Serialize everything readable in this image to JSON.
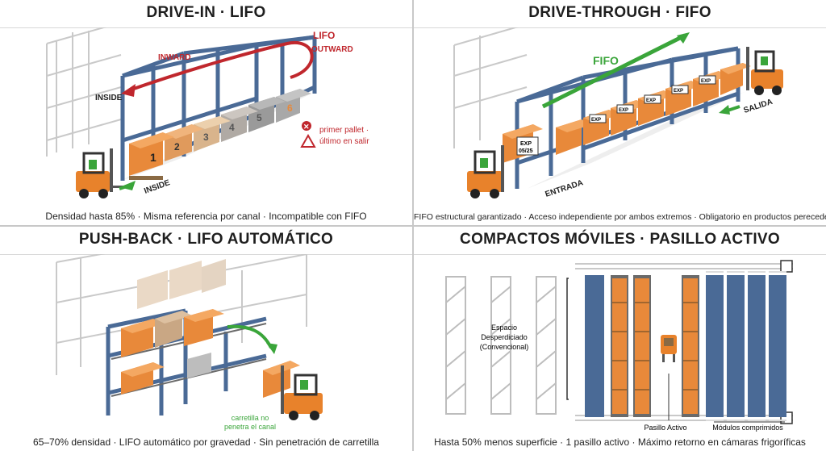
{
  "panels": {
    "drive_in": {
      "title": "DRIVE-IN · LIFO",
      "label_lifo": "LIFO",
      "label_outward": "OUTWARD",
      "label_inward": "INWARD",
      "label_inside_top": "INSIDE",
      "label_inside_bottom": "INSIDE",
      "note_line1": "primer pallet ·",
      "note_line2": "último en salir",
      "pallet_numbers": [
        "1",
        "2",
        "3",
        "4",
        "5",
        "6"
      ],
      "caption": "Densidad hasta 85% · Misma referencia por canal · Incompatible con FIFO"
    },
    "drive_through": {
      "title": "DRIVE-THROUGH · FIFO",
      "label_fifo": "FIFO",
      "label_entrada": "ENTRADA",
      "label_salida": "SALIDA",
      "pallet_tag": "EXP",
      "front_pallet_line1": "EXP",
      "front_pallet_line2": "05/25",
      "caption": "FIFO estructural garantizado · Acceso independiente por ambos extremos · Obligatorio en productos perecederos"
    },
    "push_back": {
      "title": "PUSH-BACK · LIFO AUTOMÁTICO",
      "note_line1": "carretilla no",
      "note_line2": "penetra el canal",
      "caption": "65–70% densidad · LIFO automático por gravedad · Sin penetración de carretilla"
    },
    "mobile": {
      "title": "COMPACTOS MÓVILES · PASILLO ACTIVO",
      "wasted_line1": "Espacio",
      "wasted_line2": "Desperdiciado",
      "wasted_line3": "(Convencional)",
      "label_aisle": "Pasillo Activo",
      "label_modules": "Módulos comprimidos",
      "caption": "Hasta 50% menos superficie · 1 pasillo activo · Máximo retorno en cámaras frigoríficas"
    }
  },
  "colors": {
    "rack_blue": "#4a6a96",
    "pallet_orange": "#e8893a",
    "forklift_orange": "#e8822b",
    "arrow_red": "#c0272d",
    "arrow_green": "#3aa53a",
    "pallet_grey": "#9a9a9a"
  },
  "icons": [
    "forklift-icon",
    "warning-icon",
    "error-x-icon",
    "arrow-icon"
  ]
}
